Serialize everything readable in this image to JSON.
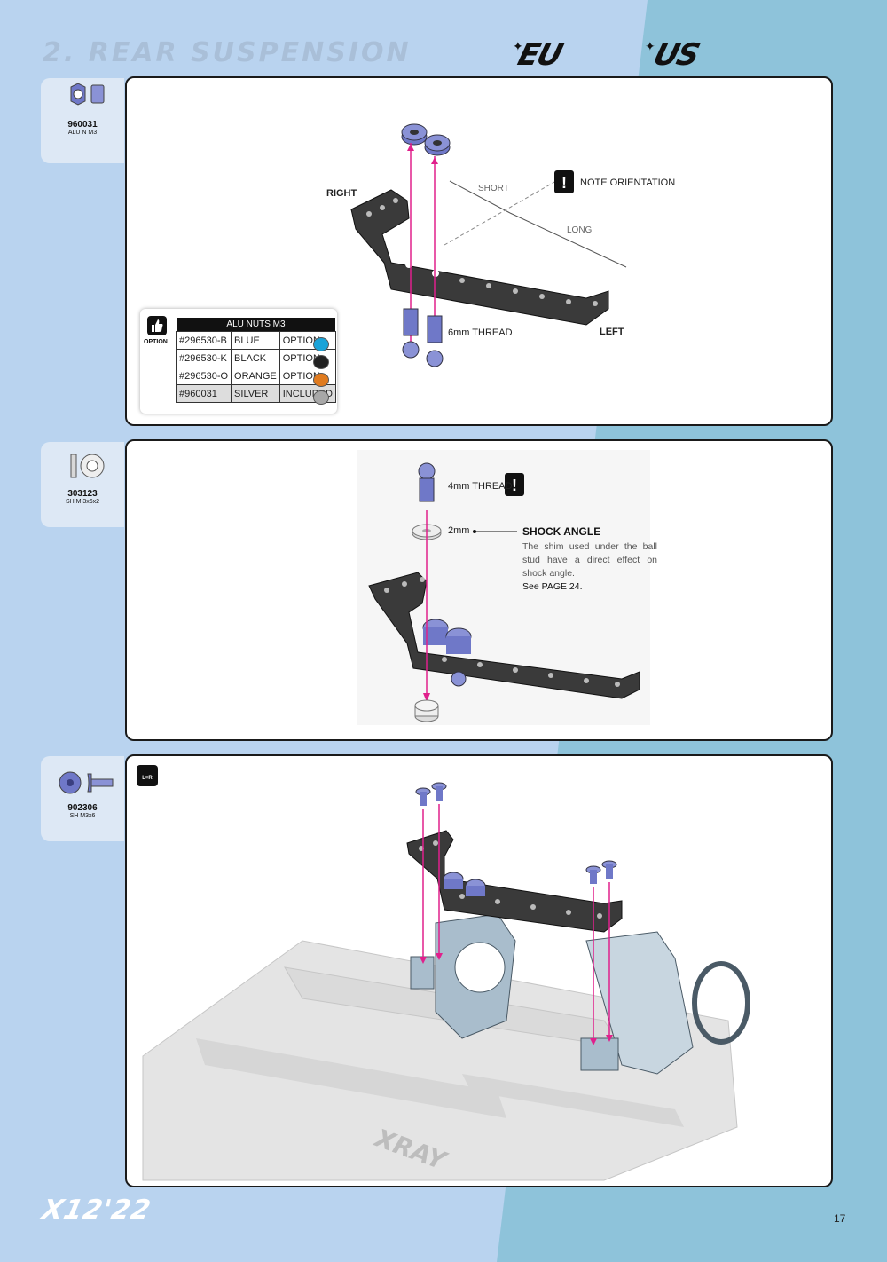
{
  "header": {
    "title": "2. REAR SUSPENSION",
    "logo_eu": "EU",
    "logo_us": "US"
  },
  "parts": [
    {
      "number": "960031",
      "desc": "ALU N M3"
    },
    {
      "number": "303123",
      "desc": "SHIM 3x6x2"
    },
    {
      "number": "902306",
      "desc": "SH M3x6"
    }
  ],
  "step1": {
    "right_label": "RIGHT",
    "left_label": "LEFT",
    "short_label": "SHORT",
    "long_label": "LONG",
    "note_label": "NOTE ORIENTATION",
    "thread_label": "6mm THREAD",
    "option_box": {
      "icon_label": "OPTION",
      "header": "ALU NUTS M3",
      "rows": [
        {
          "code": "#296530-B",
          "color": "BLUE",
          "status": "OPTION",
          "swatch": "#1aa3d8"
        },
        {
          "code": "#296530-K",
          "color": "BLACK",
          "status": "OPTION",
          "swatch": "#222222"
        },
        {
          "code": "#296530-O",
          "color": "ORANGE",
          "status": "OPTION",
          "swatch": "#e07b1f"
        },
        {
          "code": "#960031",
          "color": "SILVER",
          "status": "INCLUDED",
          "swatch": "#a8a8a8"
        }
      ]
    }
  },
  "step2": {
    "thread_label": "4mm THREAD",
    "shim_label": "2mm",
    "shock_title": "SHOCK ANGLE",
    "shock_text": "The shim used under the ball stud have a direct effect on shock angle.",
    "see_page": "See PAGE 24."
  },
  "step3": {
    "lr_icon": "L=R"
  },
  "footer": {
    "logo": "X12'22",
    "page": "17"
  },
  "colors": {
    "accent_pink": "#e0208c",
    "part_blue": "#6f78c8",
    "bg_light": "#b9d3ef",
    "bg_teal": "#8ec3da"
  }
}
